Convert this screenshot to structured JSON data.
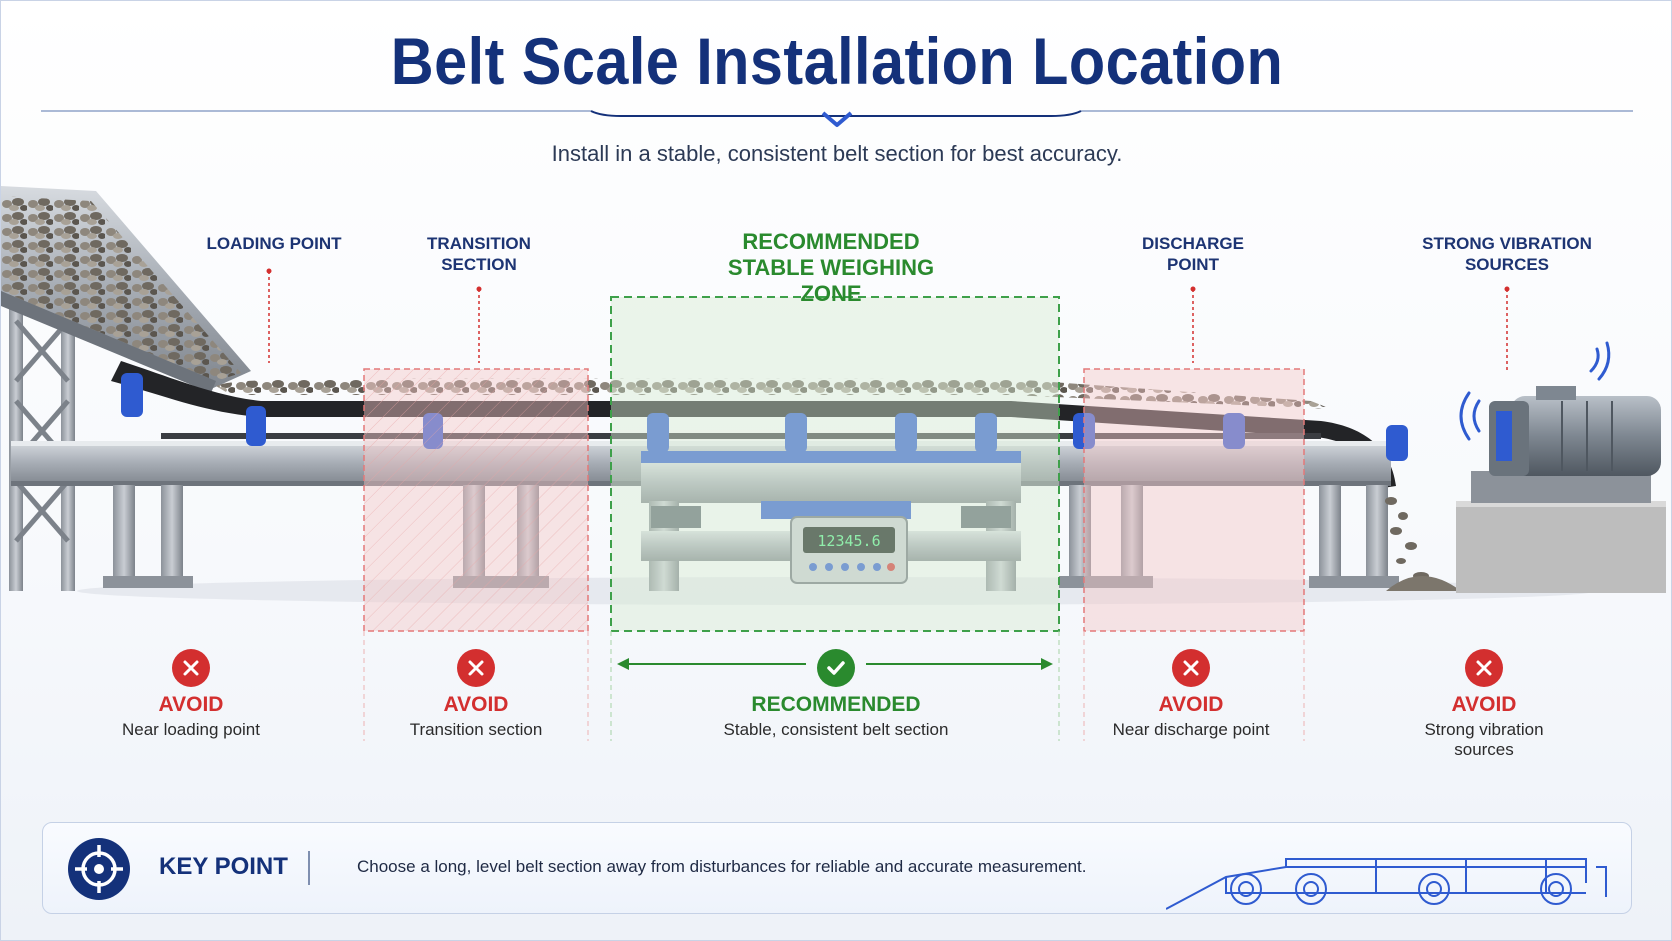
{
  "title": "Belt Scale Installation Location",
  "subtitle": "Install in a stable, consistent belt section for best accuracy.",
  "zones": [
    {
      "id": "loading",
      "label": "LOADING POINT",
      "status": "AVOID",
      "description": "Near loading point"
    },
    {
      "id": "transition",
      "label": "TRANSITION SECTION",
      "status": "AVOID",
      "description": "Transition section"
    },
    {
      "id": "recommended",
      "label": "RECOMMENDED STABLE WEIGHING ZONE",
      "status": "RECOMMENDED",
      "description": "Stable, consistent belt section"
    },
    {
      "id": "discharge",
      "label": "DISCHARGE POINT",
      "status": "AVOID",
      "description": "Near discharge point"
    },
    {
      "id": "vibration",
      "label": "STRONG VIBRATION SOURCES",
      "status": "AVOID",
      "description": "Strong vibration sources"
    }
  ],
  "display": {
    "reading": "12345.6"
  },
  "key_point": {
    "title": "KEY POINT",
    "text": "Choose a long, level belt section away from disturbances for reliable and accurate measurement."
  },
  "colors": {
    "navy": "#14317a",
    "avoid": "#d32f2f",
    "recommend": "#2a8a2e",
    "accent": "#2f5bd0"
  }
}
